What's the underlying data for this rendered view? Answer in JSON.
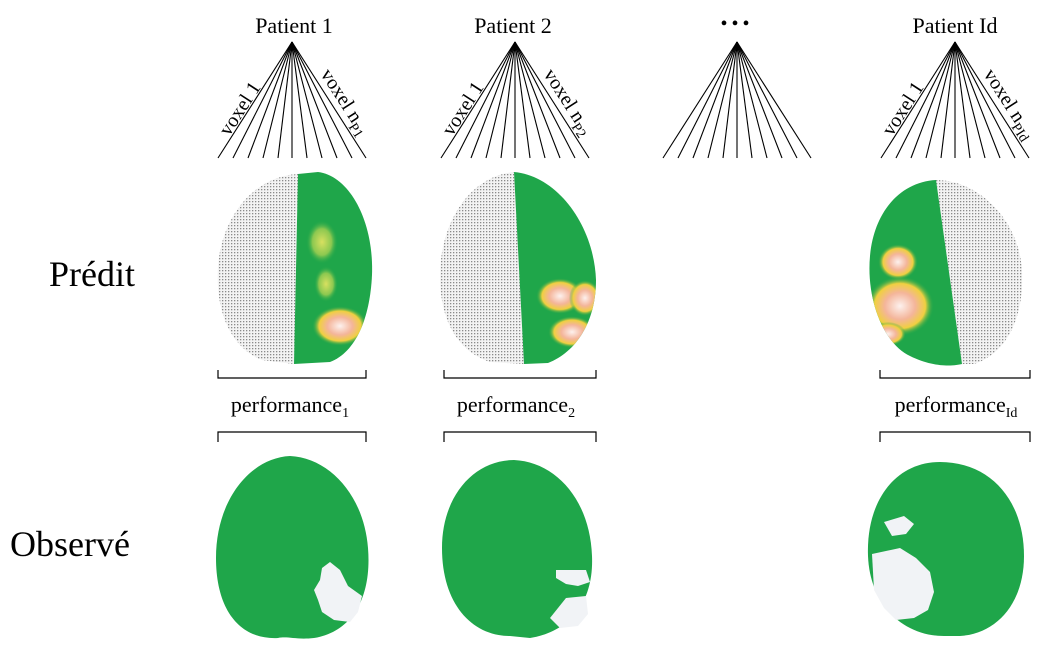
{
  "rows": {
    "predicted_label": "Prédit",
    "observed_label": "Observé"
  },
  "ellipsis": "•••",
  "patients": [
    {
      "title": "Patient 1",
      "voxel_first": "voxel 1",
      "voxel_last": "voxel n",
      "voxel_last_sub": "P1",
      "performance": "performance",
      "performance_sub": "1"
    },
    {
      "title": "Patient 2",
      "voxel_first": "voxel 1",
      "voxel_last": "voxel n",
      "voxel_last_sub": "P2",
      "performance": "performance",
      "performance_sub": "2"
    },
    {
      "title": "Patient Id",
      "voxel_first": "voxel 1",
      "voxel_last": "voxel n",
      "voxel_last_sub": "PId",
      "performance": "performance",
      "performance_sub": "Id"
    }
  ],
  "colors": {
    "brain_green": "#1fa64a",
    "lesion_white": "#f1f3f6",
    "hemisphere_gray": "#d6d6d6",
    "heat_yellow": "#f2d53c",
    "heat_orange": "#f0a060",
    "heat_pink": "#f8d8d0"
  }
}
